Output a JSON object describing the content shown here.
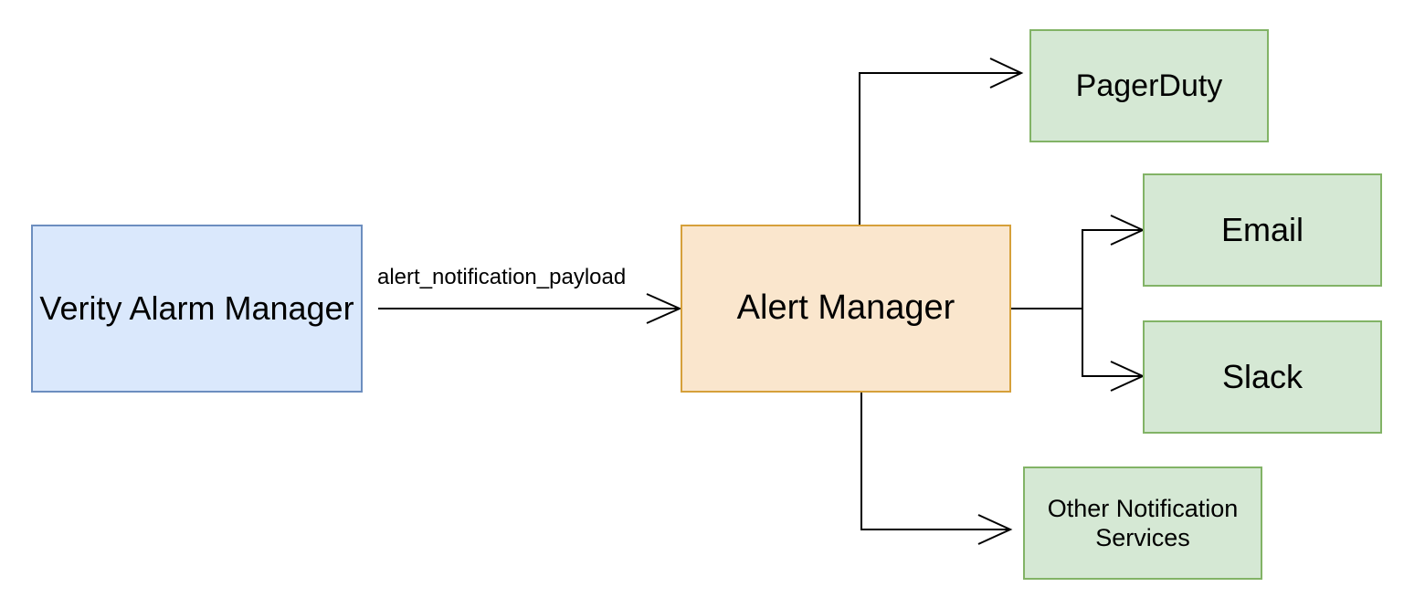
{
  "colors": {
    "source_fill": "#dae8fc",
    "source_border": "#6c8ebf",
    "hub_fill": "#fae6cd",
    "hub_border": "#d6a03a",
    "target_fill": "#d5e8d4",
    "target_border": "#82b366",
    "edge": "#000000"
  },
  "nodes": {
    "verity": {
      "label": "Verity Alarm Manager"
    },
    "alert_manager": {
      "label": "Alert Manager"
    },
    "pagerduty": {
      "label": "PagerDuty"
    },
    "email": {
      "label": "Email"
    },
    "slack": {
      "label": "Slack"
    },
    "other": {
      "label": "Other Notification\nServices"
    }
  },
  "edges": {
    "payload_label": "alert_notification_payload"
  }
}
